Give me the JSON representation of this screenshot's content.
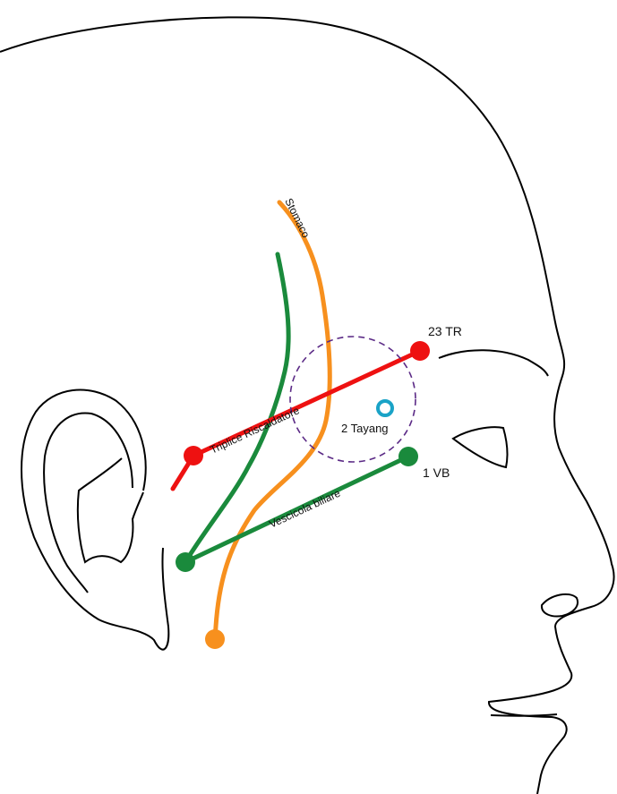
{
  "colors": {
    "outline": "#000000",
    "red_meridian": "#ee1111",
    "green_meridian": "#1a8a3c",
    "orange_meridian": "#f7901e",
    "zone_circle": "#5b2a86",
    "tayang_point": "#1aa3c7"
  },
  "labels": {
    "point_23tr": "23 TR",
    "point_1vb": "1 VB",
    "point_tayang": "2 Tayang",
    "meridian_stomaco": "Stomaco",
    "meridian_triplice": "Triplice Riscaldatore",
    "meridian_vescicola": "Vescicola biliare"
  }
}
